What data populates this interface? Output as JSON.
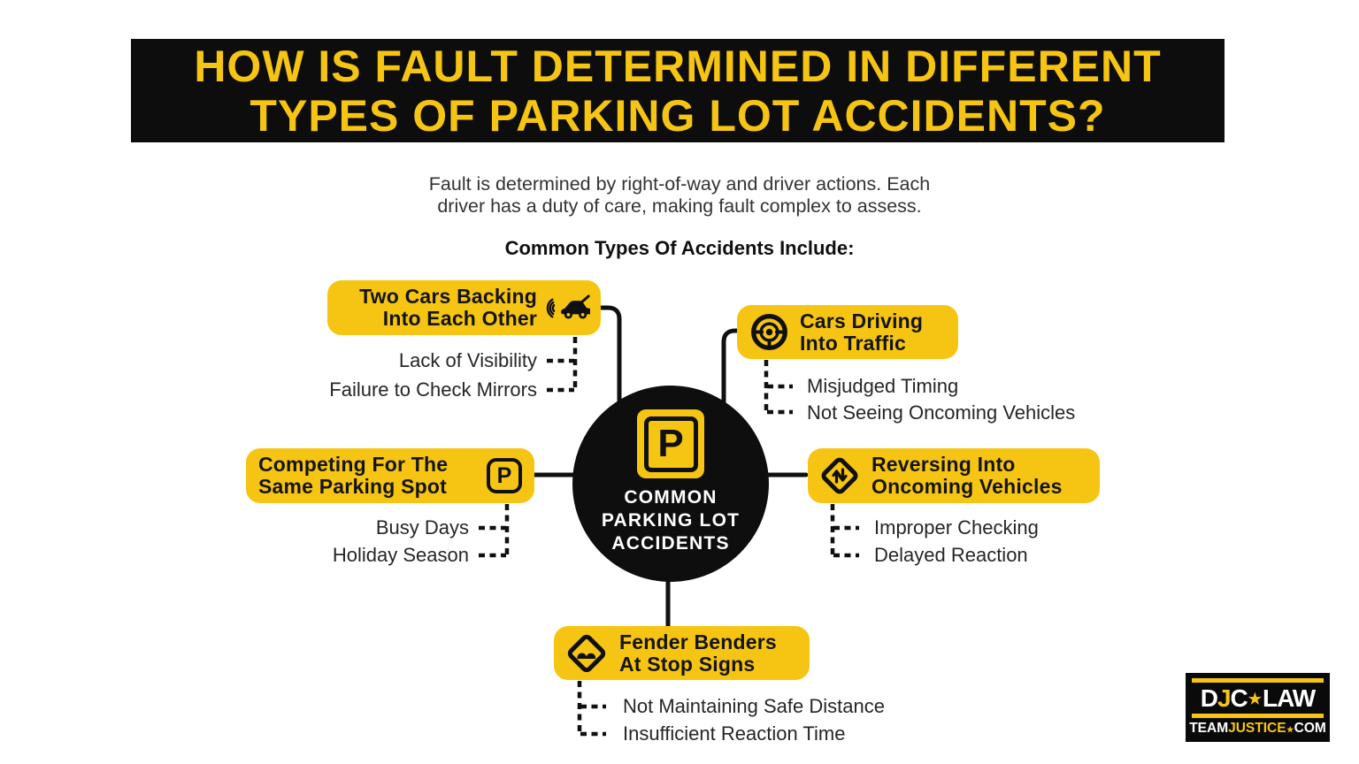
{
  "header": {
    "line1": "HOW IS FAULT DETERMINED IN DIFFERENT",
    "line2": "TYPES OF PARKING LOT ACCIDENTS?"
  },
  "intro": {
    "line1": "Fault is determined by right-of-way and driver actions. Each",
    "line2": "driver has a duty of care, making fault complex to assess."
  },
  "section_label": "Common Types Of Accidents Include:",
  "center": {
    "icon": "parking-sign-icon",
    "sign_letter": "P",
    "label_line1": "COMMON",
    "label_line2": "PARKING LOT",
    "label_line3": "ACCIDENTS"
  },
  "callouts": [
    {
      "id": "two-cars-backing",
      "icon": "car-backup-sensor-icon",
      "title_line1": "Two Cars Backing",
      "title_line2": "Into Each Other",
      "items": [
        "Lack of Visibility",
        "Failure to Check Mirrors"
      ]
    },
    {
      "id": "cars-driving-into-traffic",
      "icon": "steering-wheel-icon",
      "title_line1": "Cars Driving",
      "title_line2": "Into Traffic",
      "items": [
        "Misjudged Timing",
        "Not Seeing Oncoming Vehicles"
      ]
    },
    {
      "id": "competing-for-spot",
      "icon": "parking-p-icon",
      "icon_letter": "P",
      "title_line1": "Competing For The",
      "title_line2": "Same Parking Spot",
      "items": [
        "Busy Days",
        "Holiday Season"
      ]
    },
    {
      "id": "reversing-into-oncoming",
      "icon": "two-way-traffic-sign-icon",
      "title_line1": "Reversing Into",
      "title_line2": "Oncoming Vehicles",
      "items": [
        "Improper Checking",
        "Delayed Reaction"
      ]
    },
    {
      "id": "fender-benders",
      "icon": "bump-road-sign-icon",
      "title_line1": "Fender Benders",
      "title_line2": "At Stop Signs",
      "items": [
        "Not Maintaining Safe Distance",
        "Insufficient Reaction Time"
      ]
    }
  ],
  "logo": {
    "d": "D",
    "j": "J",
    "c": "C",
    "star": "★",
    "law": "LAW",
    "team": "TEAM",
    "justice": "JUSTICE",
    "dot_star": "★",
    "com": "COM"
  },
  "colors": {
    "yellow": "#f6c513",
    "black": "#0d0d0d",
    "white": "#ffffff",
    "subtext": "#262626"
  }
}
